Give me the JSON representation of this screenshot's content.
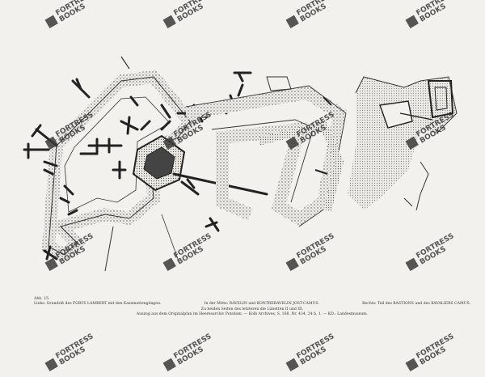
{
  "watermark": {
    "line1": "FORTRESS",
    "line2": "BOOKS"
  },
  "caption": {
    "fig": "Abb. 15.",
    "left": "Links: Grundriß des FORTS LAMBERT mit den Kasemattengängen.",
    "middle": "In der Mitte: RAVELIN und KONTRERAVELIN JOST-CAMUS.",
    "right": "Rechts: Teil des BASTIONS und des KAVALIERS CAMUS.",
    "line3": "Zu beiden Seiten des letzteren die Lünetten II und III.",
    "line4": "Auszug aus dem Originalplan im Heeresarchiv Potsdam. — Kolb Archives, S. 168, Nr. 434, 24 b, 1. — KD.: Landesmuseum."
  }
}
